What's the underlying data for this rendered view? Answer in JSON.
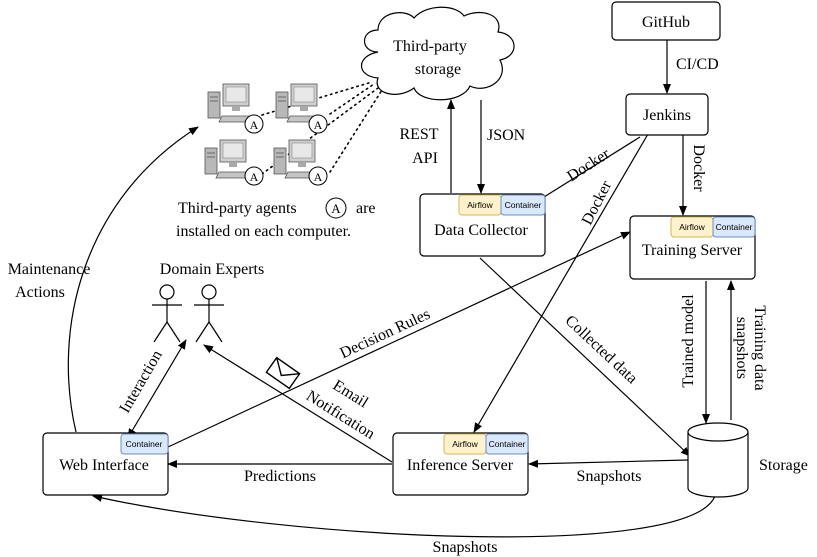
{
  "nodes": {
    "github": "GitHub",
    "jenkins": "Jenkins",
    "storage_cloud": [
      "Third-party",
      "storage"
    ],
    "data_collector": "Data Collector",
    "training_server": "Training Server",
    "inference_server": "Inference Server",
    "web_interface": "Web Interface",
    "storage": "Storage",
    "domain_experts": "Domain Experts"
  },
  "badges": {
    "airflow": "Airflow",
    "container": "Container"
  },
  "agents_note": {
    "line1_before": "Third-party agents",
    "line1_after": "are",
    "line2": "installed on each computer.",
    "agent_marker": "A"
  },
  "edge_labels": {
    "cicd": "CI/CD",
    "rest_api": [
      "REST",
      "API"
    ],
    "json": "JSON",
    "docker_collector": "Docker",
    "docker_training": "Docker",
    "docker_inference": "Docker",
    "maintenance": [
      "Maintenance",
      "Actions"
    ],
    "interaction": "Interaction",
    "decision_rules": "Decision Rules",
    "email": [
      "Email",
      "Notification"
    ],
    "collected_data": "Collected data",
    "trained_model": "Trained model",
    "training_snapshots": [
      "Training data",
      "snapshots"
    ],
    "predictions": "Predictions",
    "snapshots_inference": "Snapshots",
    "snapshots_bottom": "Snapshots"
  }
}
